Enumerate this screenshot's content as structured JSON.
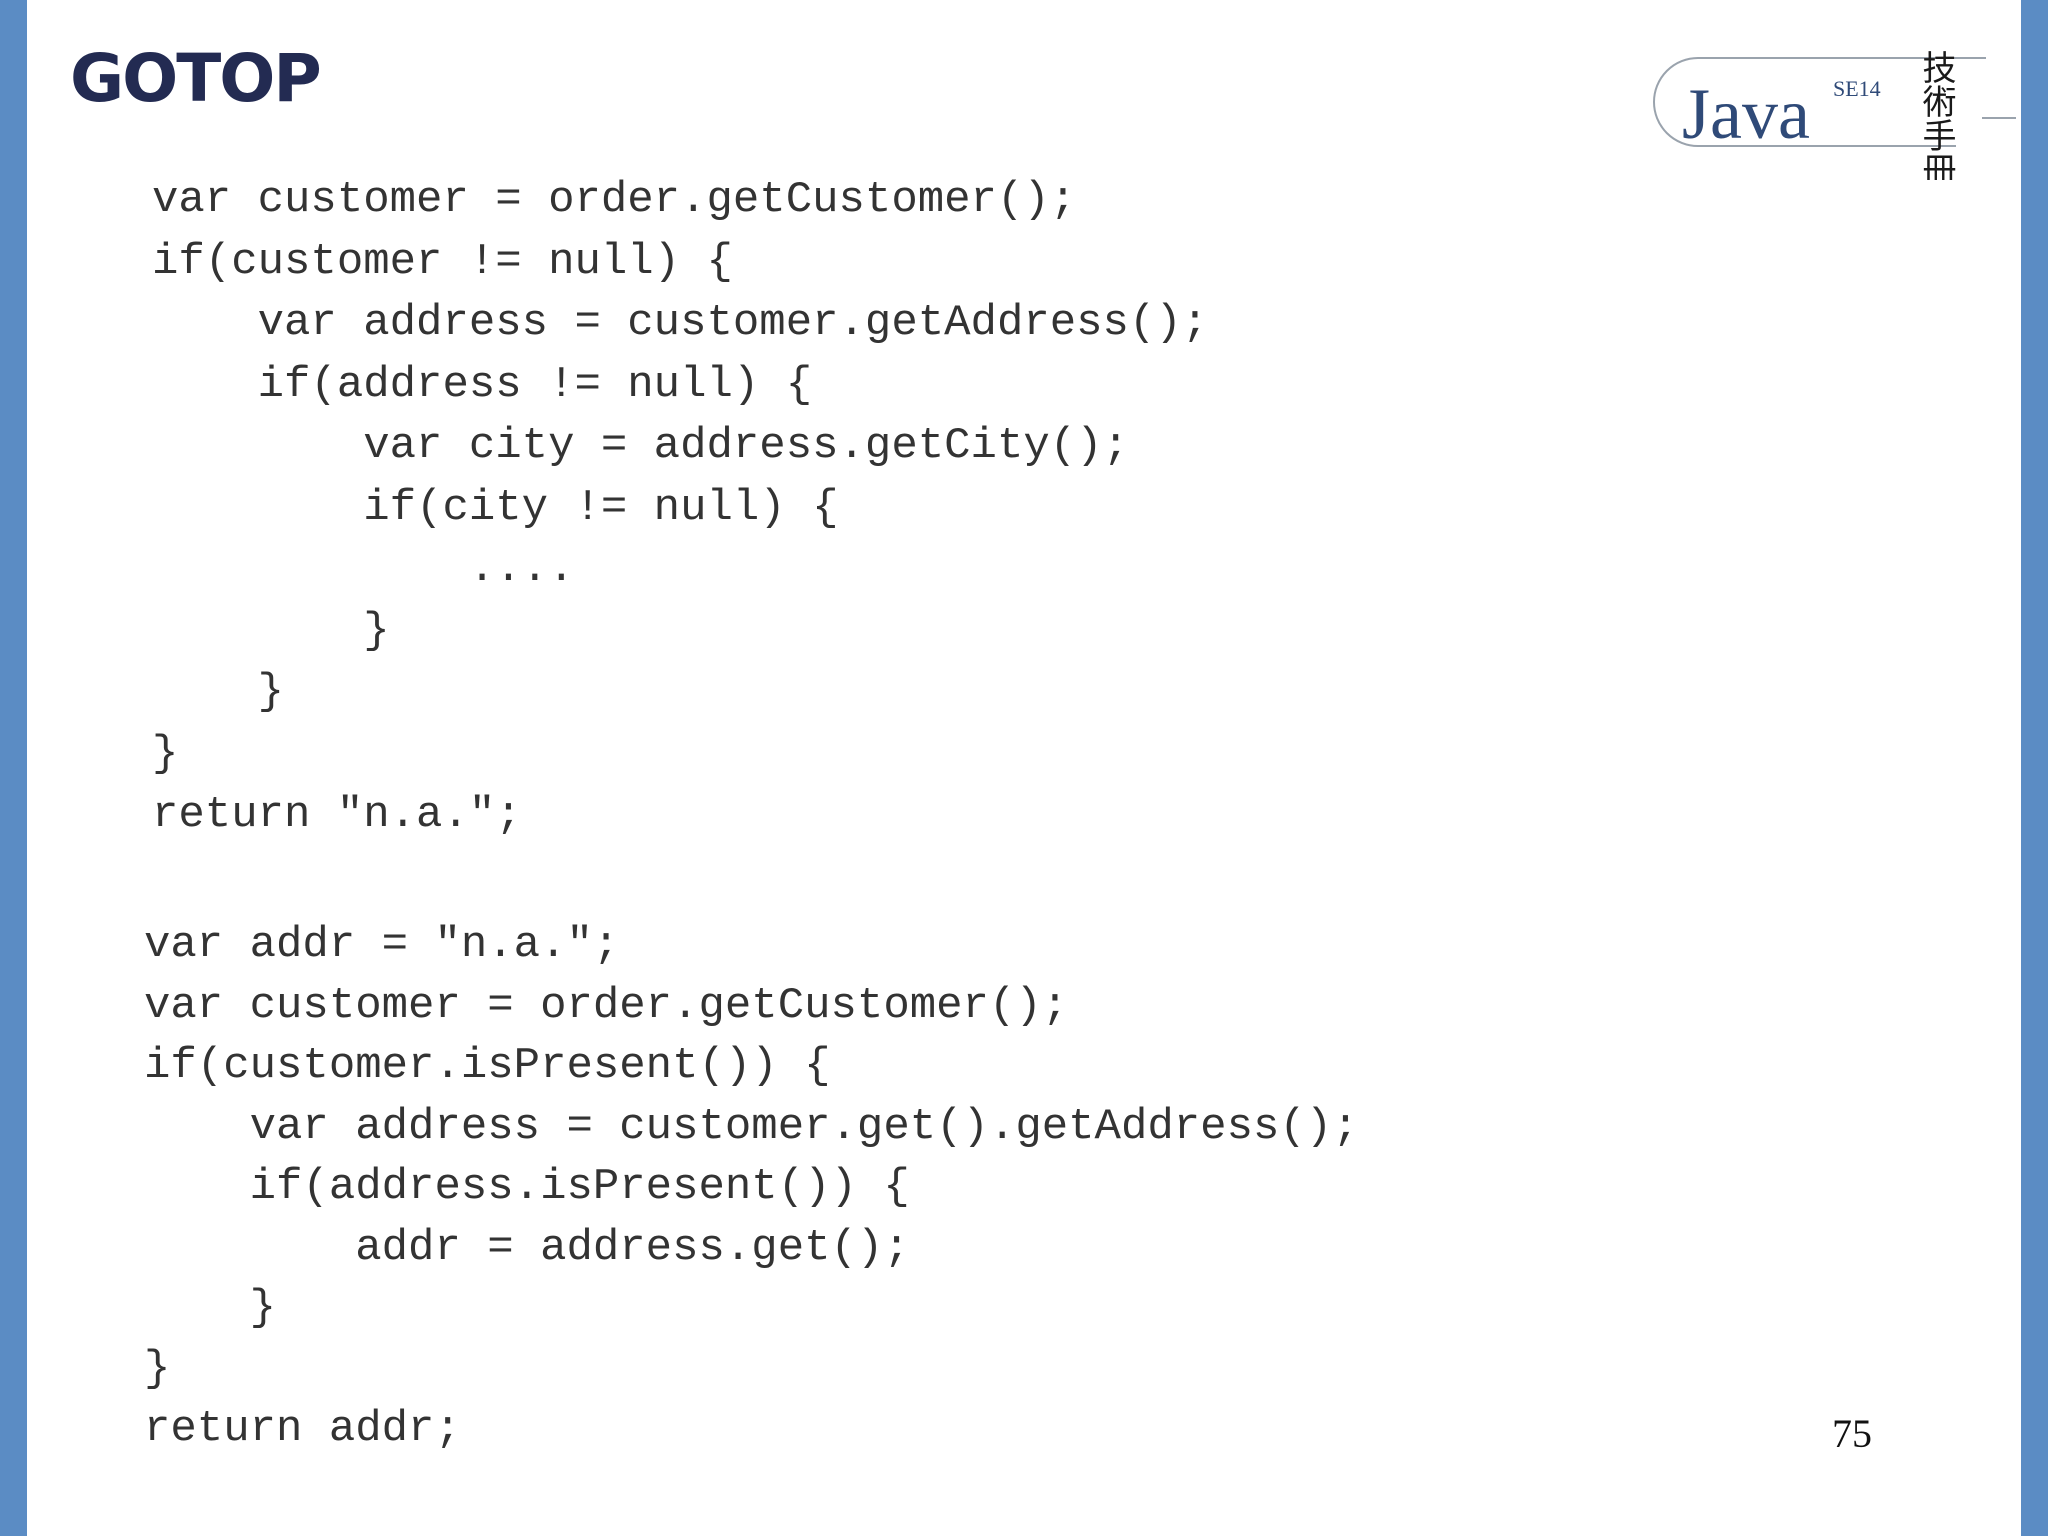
{
  "header": {
    "publisher_logo": "GOTOP",
    "badge": {
      "brand": "Java",
      "edition": "SE14",
      "subtitle": "技術手冊"
    }
  },
  "code_block_1": {
    "lines": [
      "var customer = order.getCustomer();",
      "if(customer != null) {",
      "    var address = customer.getAddress();",
      "    if(address != null) {",
      "        var city = address.getCity();",
      "        if(city != null) {",
      "            ....",
      "        }",
      "    }",
      "}",
      "return \"n.a.\";"
    ]
  },
  "code_block_2": {
    "lines": [
      "var addr = \"n.a.\";",
      "var customer = order.getCustomer();",
      "if(customer.isPresent()) {",
      "    var address = customer.get().getAddress();",
      "    if(address.isPresent()) {",
      "        addr = address.get();",
      "    }",
      "}",
      "return addr;"
    ]
  },
  "footer": {
    "page_number": "75"
  },
  "colors": {
    "side_bar": "#5b8cc4",
    "logo": "#232b52",
    "badge_text": "#2f4a78",
    "code_text": "#333333"
  }
}
